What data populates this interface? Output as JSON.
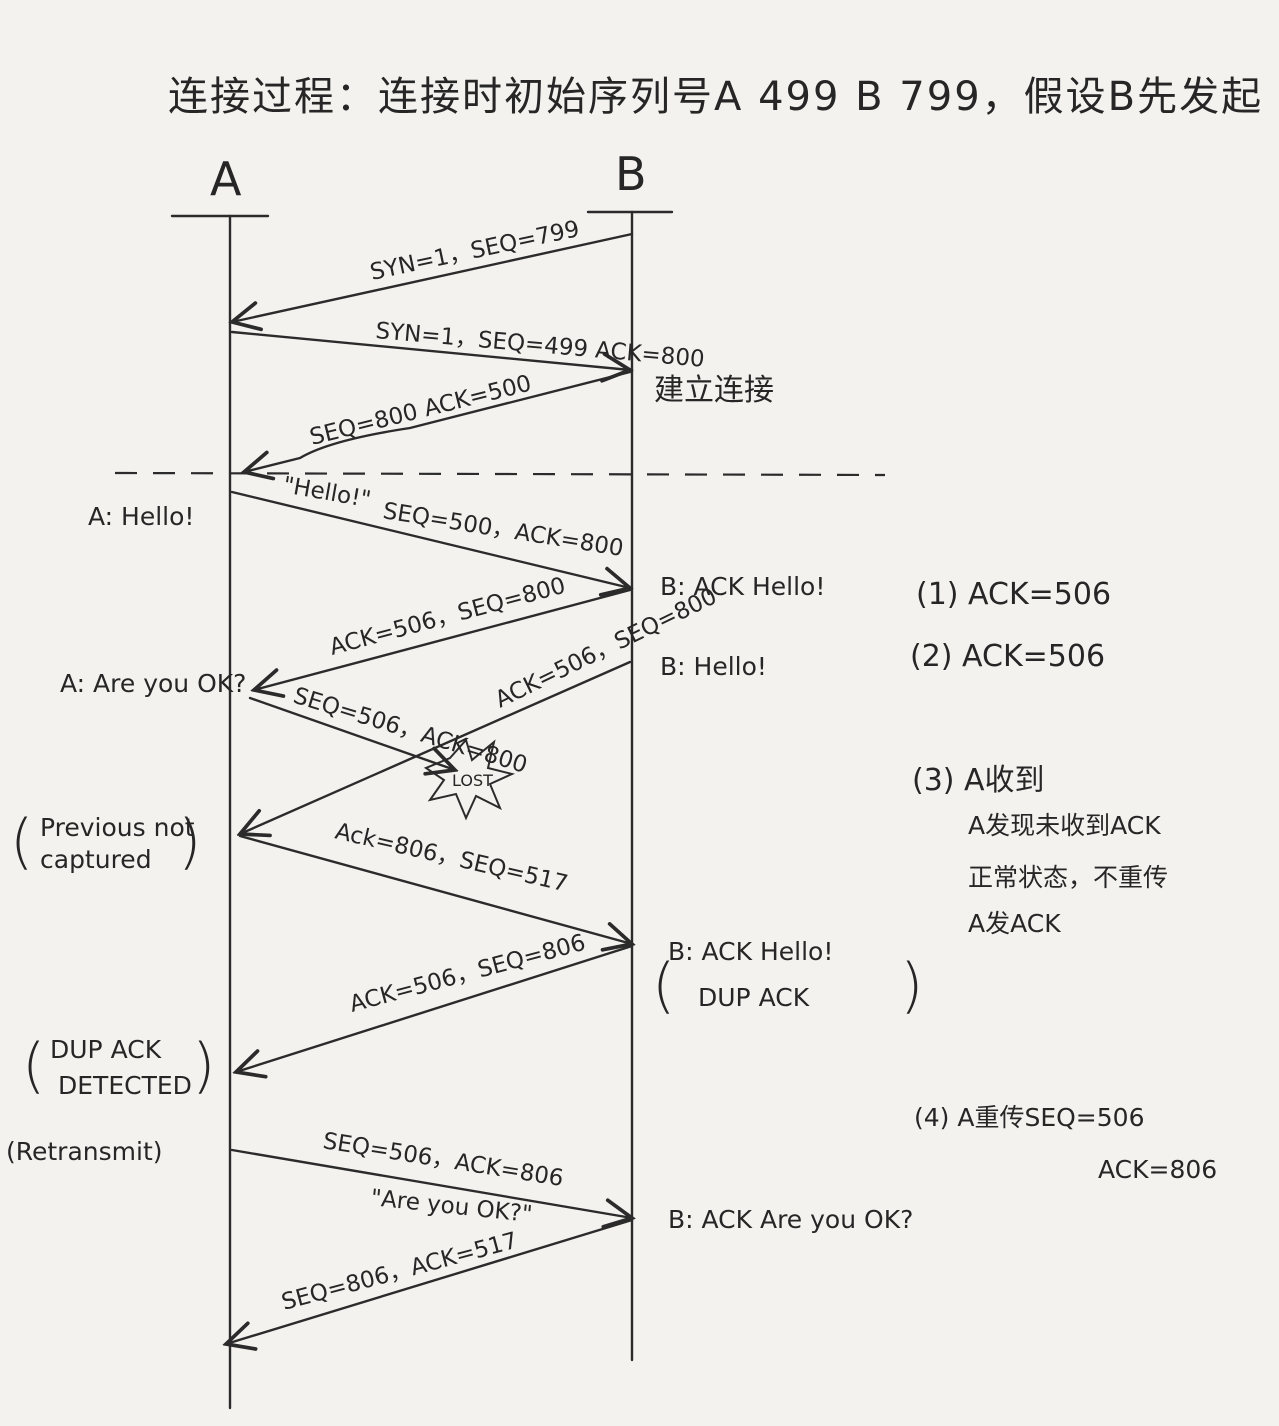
{
  "title": "连接过程：连接时初始序列号A 499    B 799，假设B先发起",
  "nodes": {
    "a": "A",
    "b": "B"
  },
  "messages": {
    "m1": "SYN=1，SEQ=799",
    "m2": "SYN=1，SEQ=499 ACK=800",
    "m3": "SEQ=800 ACK=500",
    "m4a": "\"Hello!\"",
    "m4b": "SEQ=500，ACK=800",
    "m5": "ACK=506，SEQ=800",
    "m6": "ACK=506，SEQ=800",
    "m7": "SEQ=506，ACK=800",
    "m8": "Ack=806，SEQ=517",
    "m9": "ACK=506，SEQ=806",
    "m10": "SEQ=506，ACK=806",
    "m10b": "\"Are you OK?\"",
    "m11": "SEQ=806，ACK=517"
  },
  "lost_label": "LOST",
  "notes": {
    "establish": "建立连接",
    "a_hello": "A: Hello!",
    "a_are_you_ok": "A: Are you OK?",
    "prev_1": "Previous not",
    "prev_2": "captured",
    "dup_1": "DUP ACK",
    "dup_2": "DETECTED",
    "retransmit": "(Retransmit)",
    "b_ack_hello": "B: ACK Hello!",
    "b_hello": "B: Hello!",
    "b_ack_hello2": "B: ACK Hello!",
    "b_dup_ack": "DUP ACK",
    "b_ack_areyouok": "B: ACK Are you OK?"
  },
  "steps": {
    "s1": "(1) ACK=506",
    "s2": "(2) ACK=506",
    "s3_1": "(3) A收到",
    "s3_2": "A发现未收到ACK",
    "s3_3": "正常状态，不重传",
    "s3_4": "A发ACK",
    "s4_1": "(4) A重传SEQ=506",
    "s4_2": "ACK=806"
  }
}
